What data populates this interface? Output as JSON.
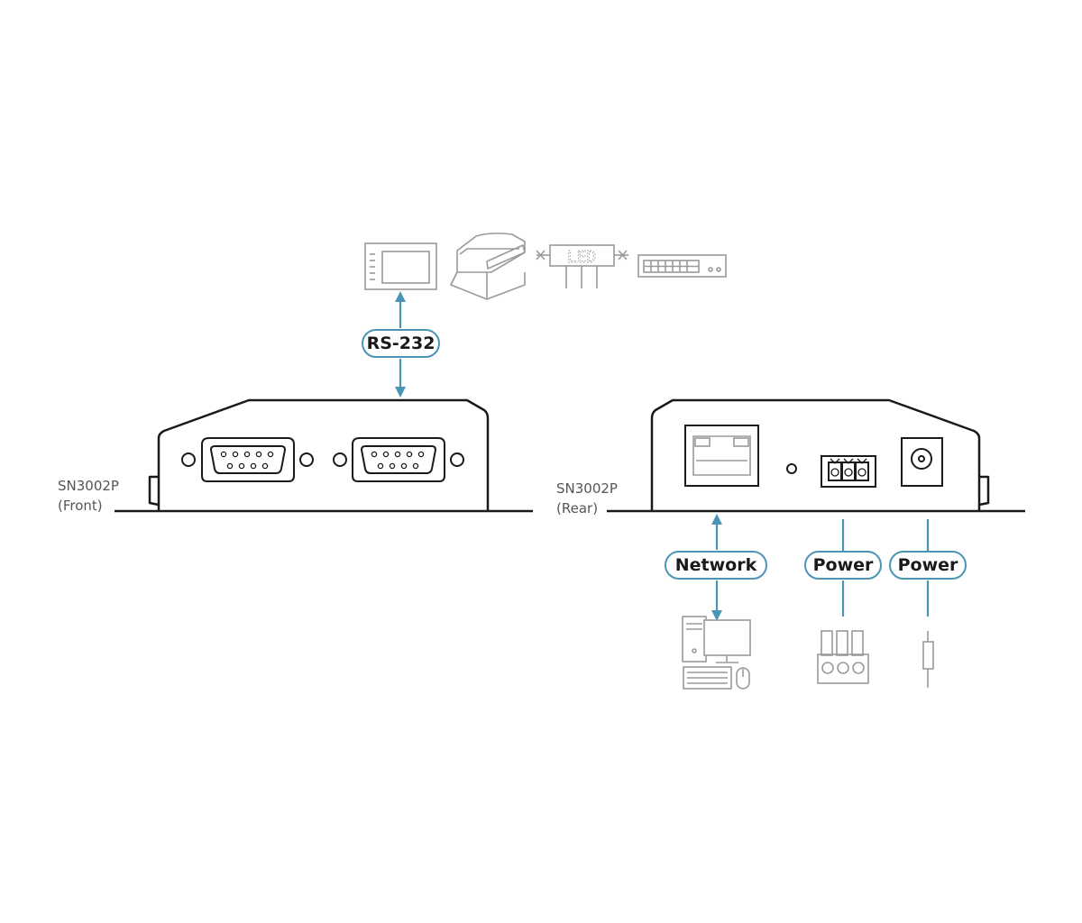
{
  "front": {
    "model": "SN3002P",
    "side": "(Front)"
  },
  "rear": {
    "model": "SN3002P",
    "side": "(Rear)"
  },
  "connections": {
    "rs232": "RS-232",
    "network": "Network",
    "power_terminal": "Power",
    "power_dc": "Power"
  },
  "serial_devices": {
    "led_sign_text": "LED",
    "icons": [
      "touch-panel-icon",
      "projector-icon",
      "led-sign-icon",
      "switch-icon"
    ]
  },
  "rear_devices": {
    "icons": [
      "computer-icon",
      "terminal-block-plug-icon",
      "dc-power-plug-icon"
    ]
  },
  "colors": {
    "line": "#1a1a1a",
    "accent": "#4a94b5",
    "icon": "#9a9a9a",
    "label": "#555555"
  }
}
